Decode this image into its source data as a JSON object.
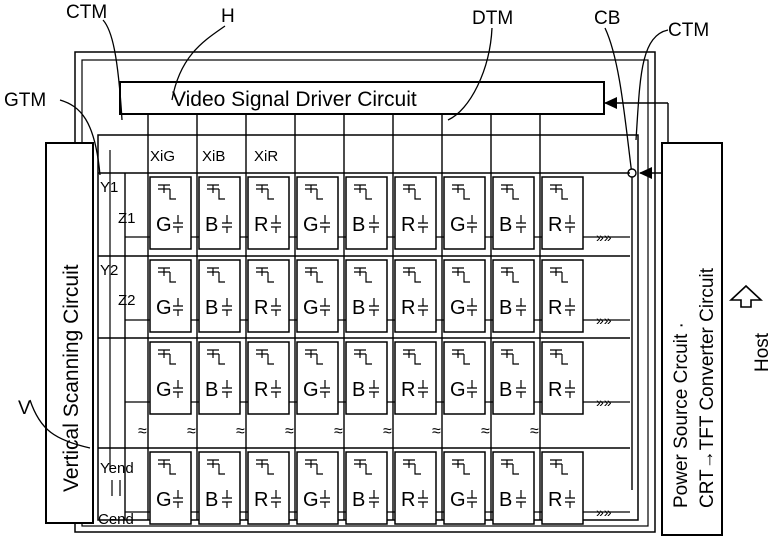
{
  "labels": {
    "ctm_left": "CTM",
    "h": "H",
    "dtm": "DTM",
    "cb": "CB",
    "ctm_right": "CTM",
    "gtm": "GTM",
    "v": "V",
    "host": "Host"
  },
  "blocks": {
    "video_driver": "Video Signal Driver Circuit",
    "vertical_scanning": "Vertical Scanning Circuit",
    "power_source_line1": "Power Source Crcuit ·",
    "power_source_line2": "CRT→TFT Converter Circuit"
  },
  "column_labels": [
    "XiG",
    "XiB",
    "XiR"
  ],
  "row_labels": {
    "y1": "Y1",
    "z1": "Z1",
    "y2": "Y2",
    "z2": "Z2",
    "yend": "Yend",
    "cend": "Cend"
  },
  "pixel_letters": [
    "G",
    "B",
    "R",
    "G",
    "B",
    "R",
    "G",
    "B",
    "R"
  ],
  "pixel_rows": 4
}
